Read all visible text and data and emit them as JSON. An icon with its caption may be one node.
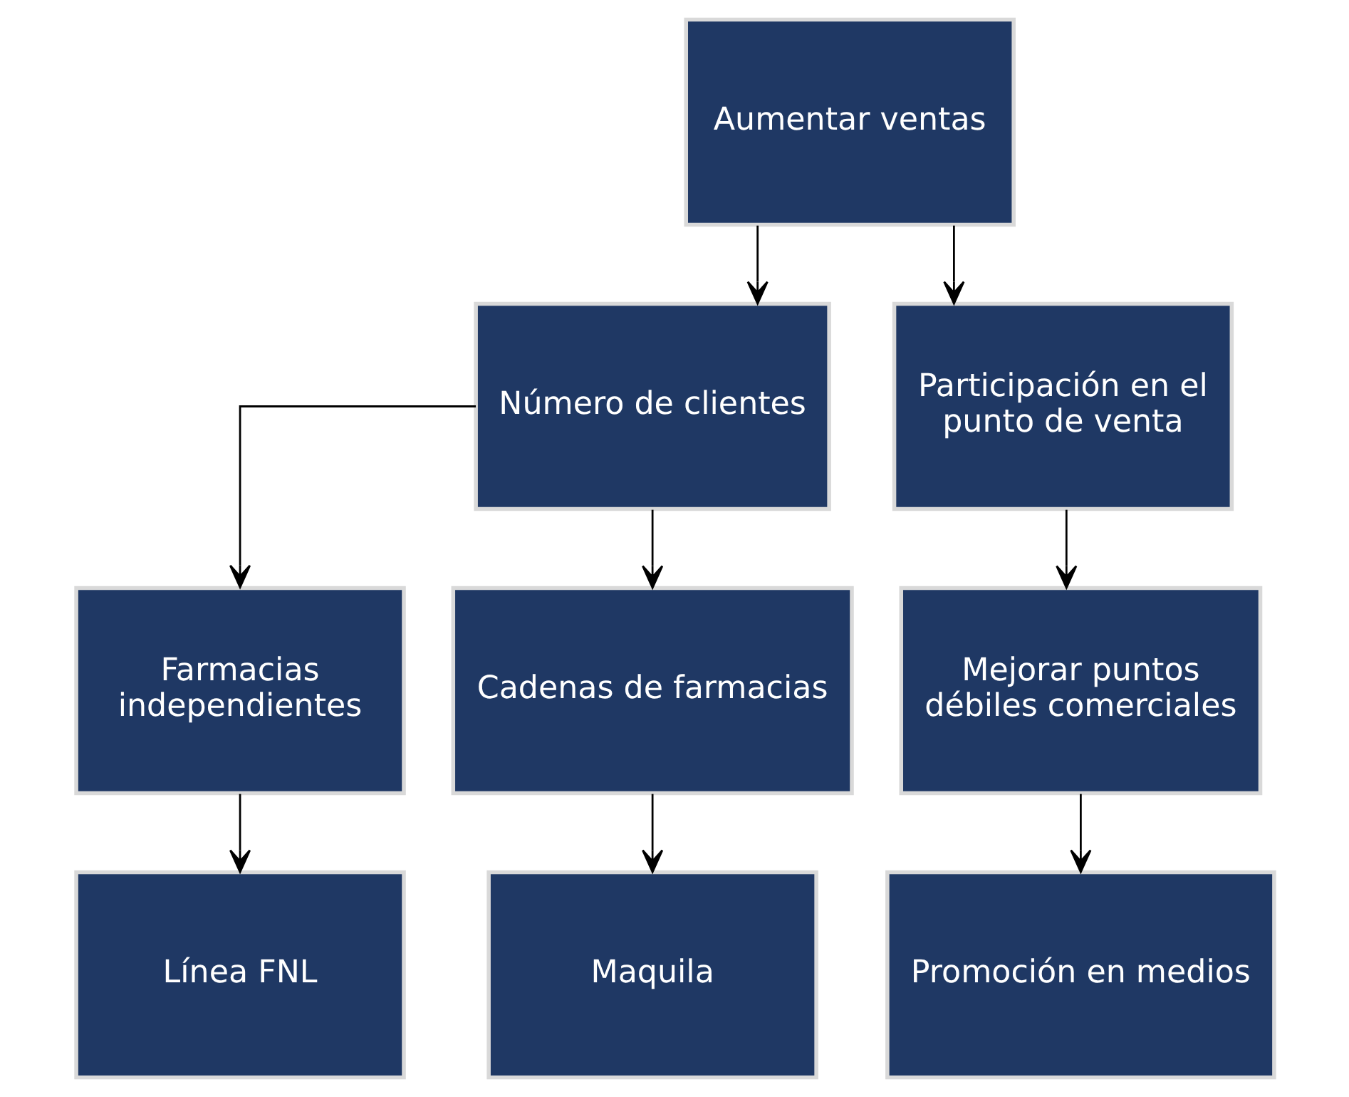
{
  "diagram": {
    "nodes": [
      {
        "text": [
          "Aumentar ventas"
        ]
      },
      {
        "text": [
          "Número de clientes"
        ]
      },
      {
        "text": [
          "Participación en el punto de venta"
        ]
      },
      {
        "text": [
          "Farmacias independientes"
        ]
      },
      {
        "text": [
          "Cadenas de farmacias"
        ]
      },
      {
        "text": [
          "Mejorar puntos débiles comerciales"
        ]
      },
      {
        "text": [
          "Línea FNL"
        ]
      },
      {
        "text": [
          "Maquila"
        ]
      },
      {
        "text": [
          "Promoción en medios"
        ]
      }
    ],
    "edges": [
      {
        "from": 0,
        "to": 1,
        "arrow": "to"
      },
      {
        "from": 0,
        "to": 2,
        "arrow": "to"
      },
      {
        "from": 1,
        "to": 3,
        "arrow": "to"
      },
      {
        "from": 1,
        "to": 4,
        "arrow": "to"
      },
      {
        "from": 2,
        "to": 5,
        "arrow": "to"
      },
      {
        "from": 3,
        "to": 6,
        "arrow": "to"
      },
      {
        "from": 4,
        "to": 7,
        "arrow": "to"
      },
      {
        "from": 5,
        "to": 8,
        "arrow": "to"
      }
    ]
  }
}
